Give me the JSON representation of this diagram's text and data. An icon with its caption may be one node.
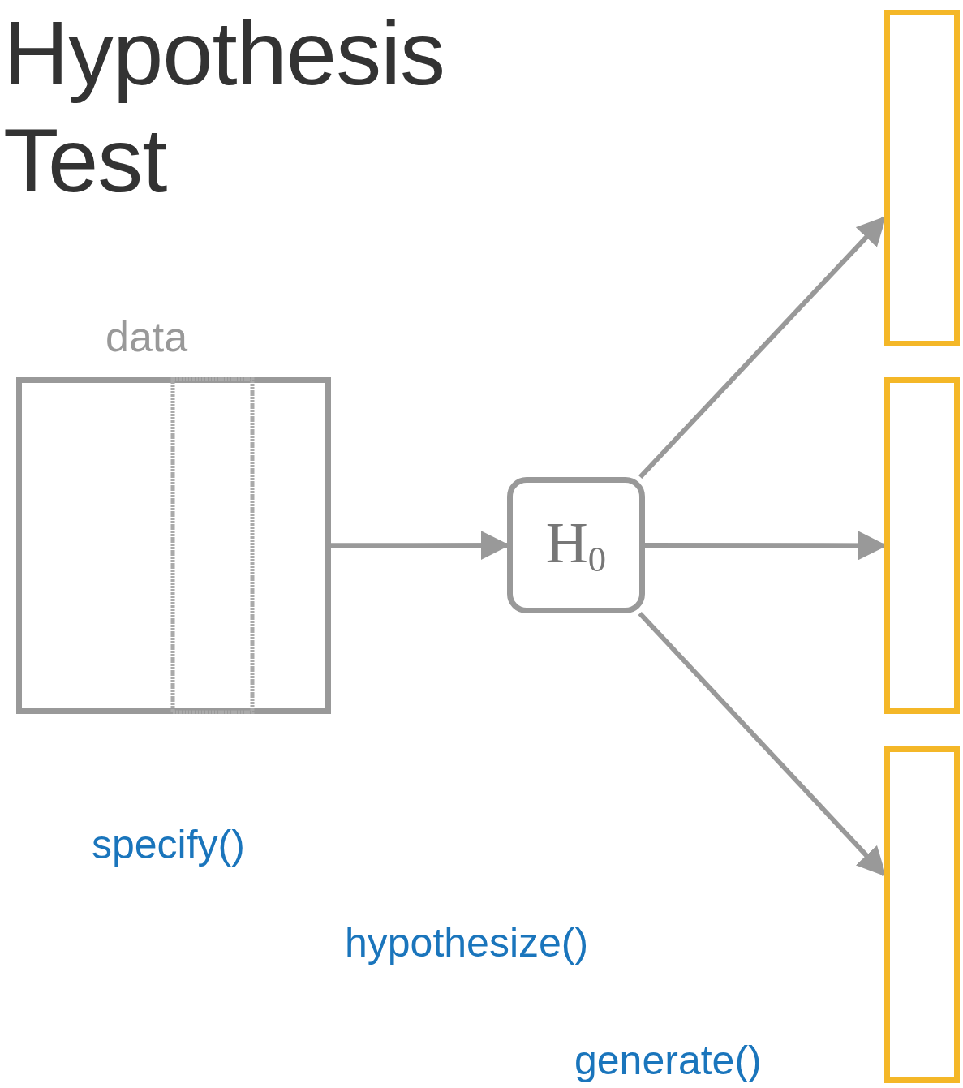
{
  "diagram": {
    "title": "Hypothesis Test",
    "nodes": [
      {
        "text": [
          "data"
        ]
      },
      {
        "text": [
          "H$_{0}$"
        ]
      },
      {
        "text": [],
        "shape": "box"
      },
      {
        "text": [],
        "shape": "box"
      },
      {
        "text": [],
        "shape": "box"
      }
    ],
    "edges": [
      {
        "from": 0,
        "to": 1,
        "arrow": "to"
      },
      {
        "from": 1,
        "to": 2,
        "arrow": "to"
      },
      {
        "from": 1,
        "to": 3,
        "arrow": "to"
      },
      {
        "from": 1,
        "to": 4,
        "arrow": "to"
      }
    ],
    "labels": [
      "specify()",
      "hypothesize()",
      "generate()"
    ]
  }
}
